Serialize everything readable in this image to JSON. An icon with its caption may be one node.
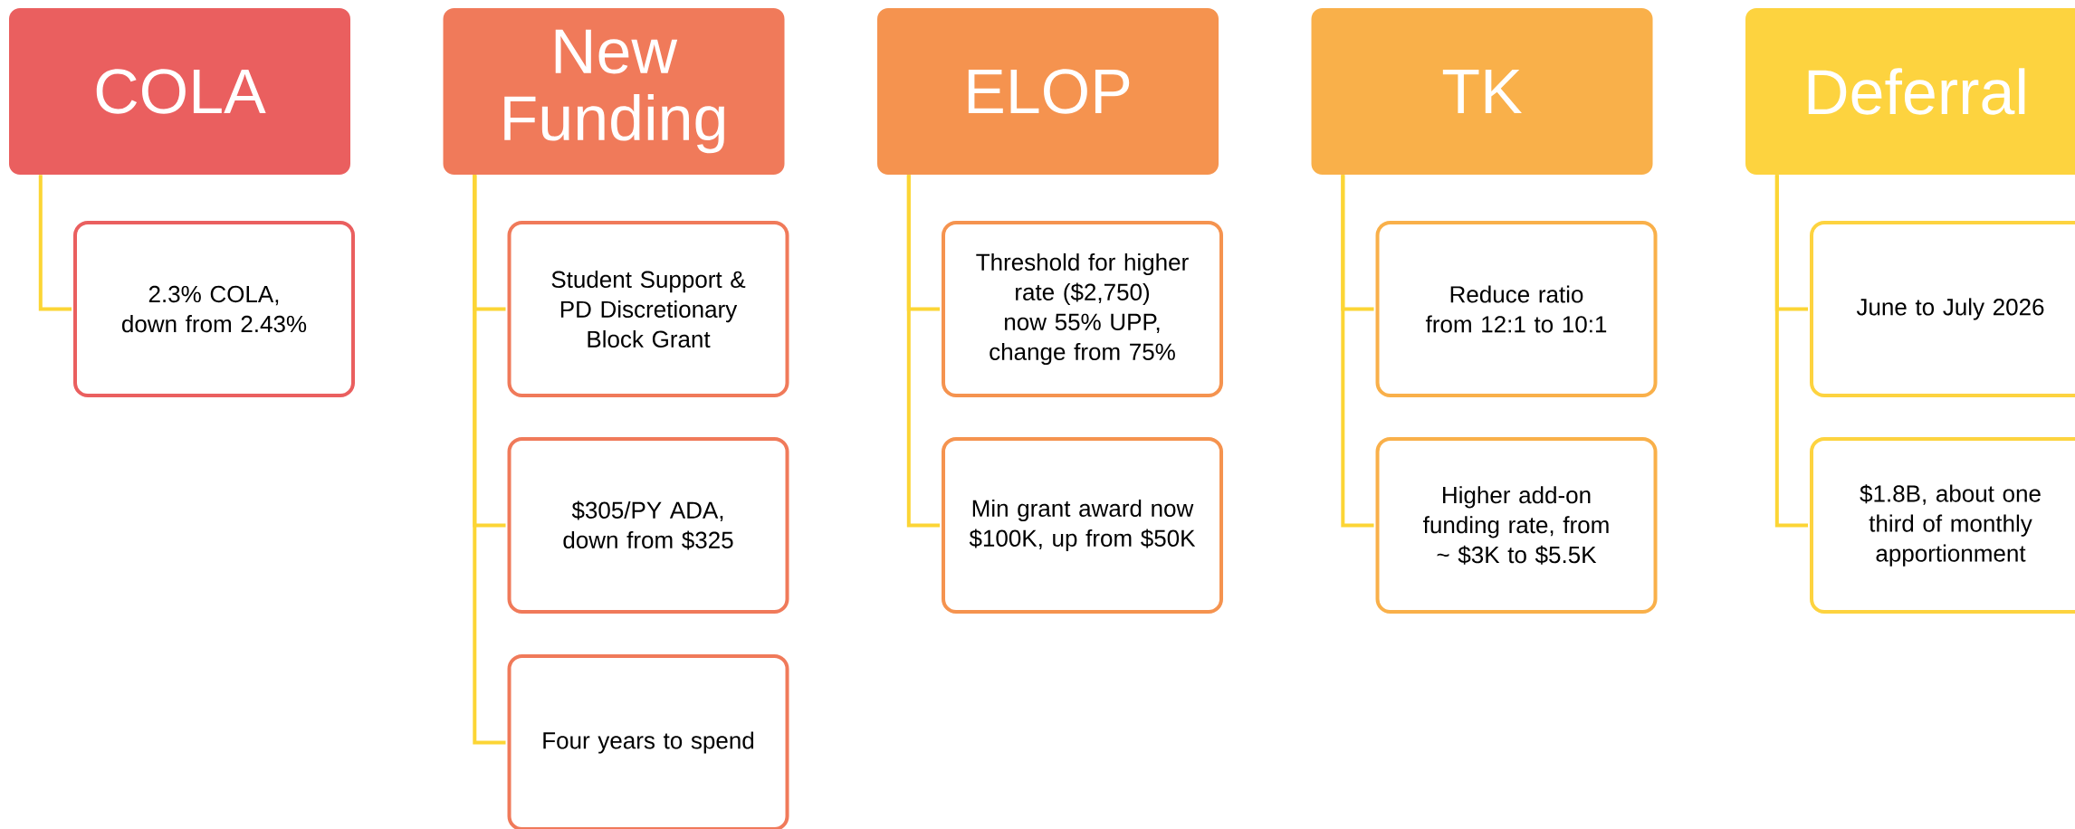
{
  "diagram": {
    "nodes": [
      {
        "text": [
          "COLA"
        ]
      },
      {
        "text": [
          "2.3% COLA, down from 2.43%"
        ]
      },
      {
        "text": [
          "New Funding"
        ]
      },
      {
        "text": [
          "Student Support & PD Discretionary Block Grant"
        ]
      },
      {
        "text": [
          "$305/PY ADA, down from $325"
        ]
      },
      {
        "text": [
          "Four years to spend"
        ]
      },
      {
        "text": [
          "ELOP"
        ]
      },
      {
        "text": [
          "Threshold for higher rate ($2,750) now 55% UPP, change from 75%"
        ]
      },
      {
        "text": [
          "Min grant award now $100K, up from $50K"
        ]
      },
      {
        "text": [
          "TK"
        ]
      },
      {
        "text": [
          "Reduce ratio from 12:1 to 10:1"
        ]
      },
      {
        "text": [
          "Higher add-on funding rate, from ~ $3K to $5.5K"
        ]
      },
      {
        "text": [
          "Deferral"
        ]
      },
      {
        "text": [
          "June to July 2026"
        ]
      },
      {
        "text": [
          "$1.8B, about one third of monthly apportionment"
        ]
      }
    ],
    "edges": [
      {
        "from": 0,
        "to": 1,
        "arrow": "none"
      },
      {
        "from": 2,
        "to": 3,
        "arrow": "none"
      },
      {
        "from": 2,
        "to": 4,
        "arrow": "none"
      },
      {
        "from": 2,
        "to": 5,
        "arrow": "none"
      },
      {
        "from": 6,
        "to": 7,
        "arrow": "none"
      },
      {
        "from": 6,
        "to": 8,
        "arrow": "none"
      },
      {
        "from": 9,
        "to": 10,
        "arrow": "none"
      },
      {
        "from": 9,
        "to": 11,
        "arrow": "none"
      },
      {
        "from": 12,
        "to": 13,
        "arrow": "none"
      },
      {
        "from": 12,
        "to": 14,
        "arrow": "none"
      }
    ]
  }
}
